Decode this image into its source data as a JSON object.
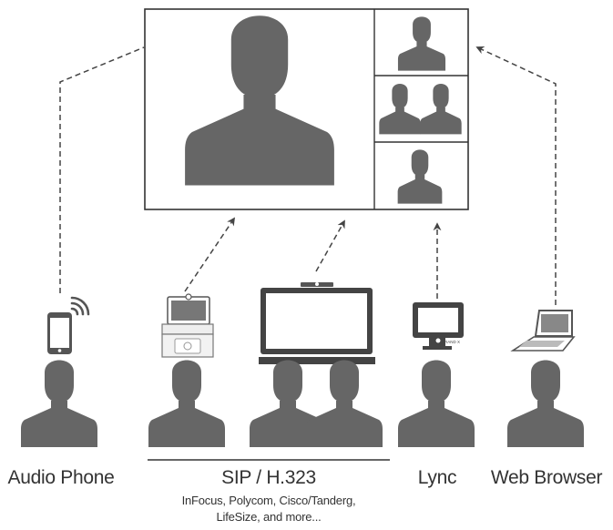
{
  "labels": {
    "audio_phone": "Audio Phone",
    "sip": "SIP / H.323",
    "sip_vendors_line1": "InFocus, Polycom, Cisco/Tanderg,",
    "sip_vendors_line2": "LifeSize, and more...",
    "lync": "Lync",
    "web_browser": "Web Browser",
    "camera_brand": "BRAND X"
  },
  "colors": {
    "silhouette": "#666666",
    "line": "#333333"
  },
  "icons": [
    "person-silhouette-icon",
    "smartphone-icon",
    "wifi-signal-icon",
    "conference-codec-icon",
    "large-display-icon",
    "monitor-icon",
    "laptop-icon",
    "arrow-icon"
  ]
}
